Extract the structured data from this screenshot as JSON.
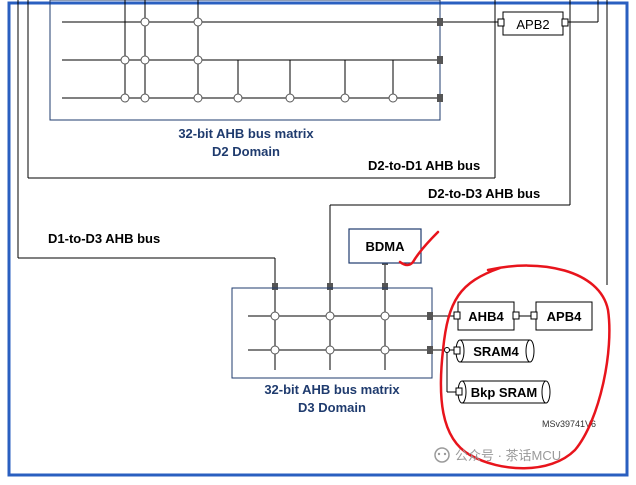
{
  "blocks": {
    "apb2": "APB2",
    "bdma": "BDMA",
    "ahb4": "AHB4",
    "apb4": "APB4",
    "sram4": "SRAM4",
    "bkp_sram": "Bkp SRAM"
  },
  "matrix_d2": {
    "line1": "32-bit AHB bus matrix",
    "line2": "D2 Domain"
  },
  "matrix_d3": {
    "line1": "32-bit AHB bus matrix",
    "line2": "D3 Domain"
  },
  "buses": {
    "d2_to_d1": "D2-to-D1 AHB bus",
    "d2_to_d3": "D2-to-D3 AHB bus",
    "d1_to_d3": "D1-to-D3 AHB bus"
  },
  "figure_tag": "MSv39741V6",
  "watermark": "公众号 · 茶话MCU",
  "colors": {
    "frame_blue": "#2a5fc0",
    "matrix_border": "#1f3b6e",
    "label_navy": "#1f3b6e",
    "annotation_red": "#e8141c"
  }
}
